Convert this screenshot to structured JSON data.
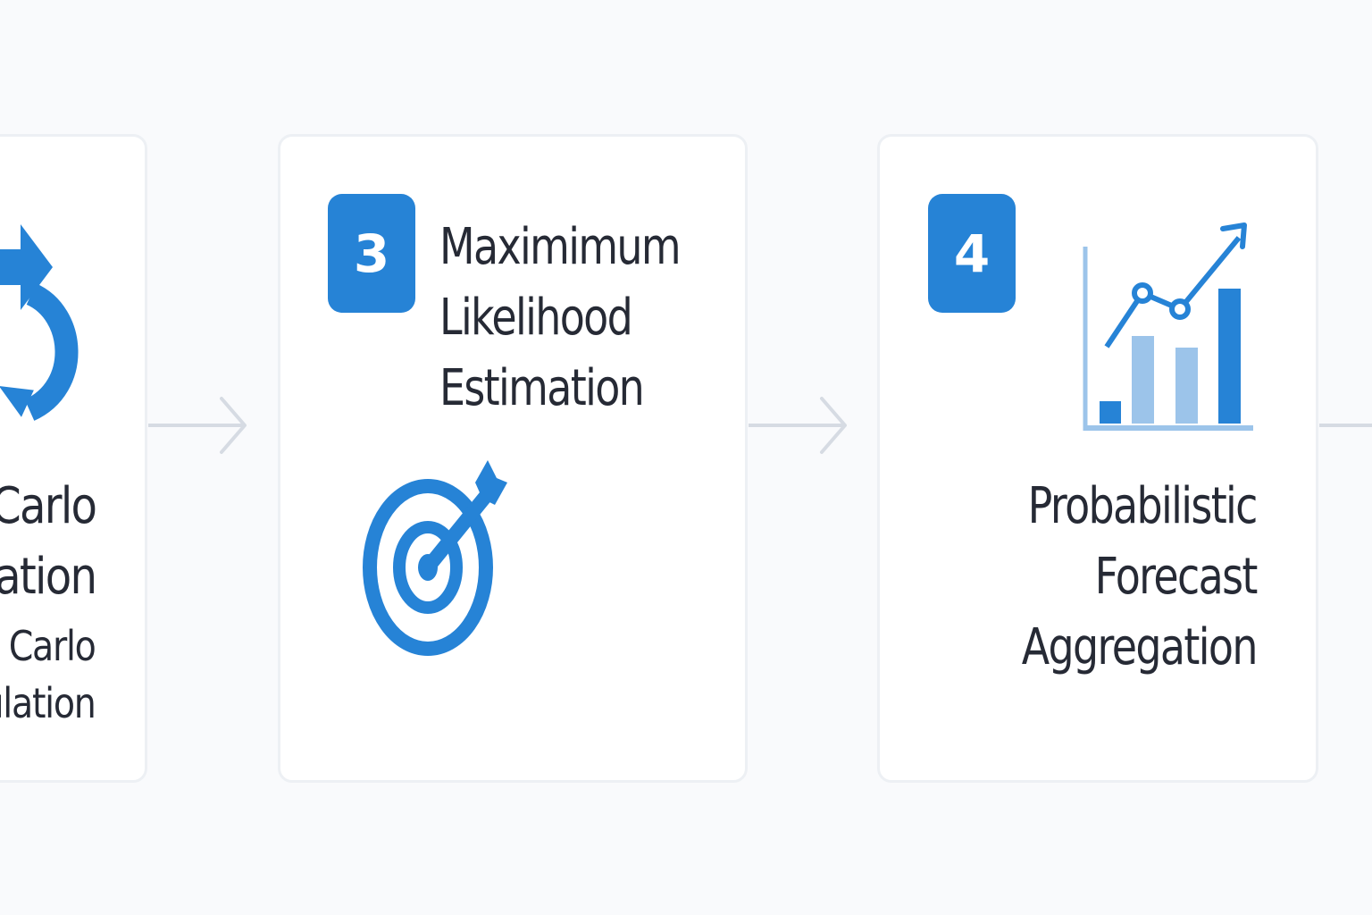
{
  "steps": [
    {
      "title_lines": [
        "Carlo",
        "ation"
      ],
      "subtitle_lines": [
        "e Carlo",
        "ulation"
      ],
      "icon": "cycle-arrows-icon"
    },
    {
      "number": "3",
      "title_lines": [
        "Maximimum",
        "Likelihood",
        "Estimation"
      ],
      "icon": "target-arrow-icon"
    },
    {
      "number": "4",
      "title_lines": [
        "Probabilistic",
        "Forecast",
        "Aggregation"
      ],
      "icon": "bar-line-chart-icon"
    }
  ],
  "colors": {
    "accent": "#2683d6",
    "accent_light": "#9cc4ea",
    "connector": "#d6dbe3",
    "card_border": "#edf0f4",
    "background": "#f9fafc",
    "text": "#262a35"
  }
}
